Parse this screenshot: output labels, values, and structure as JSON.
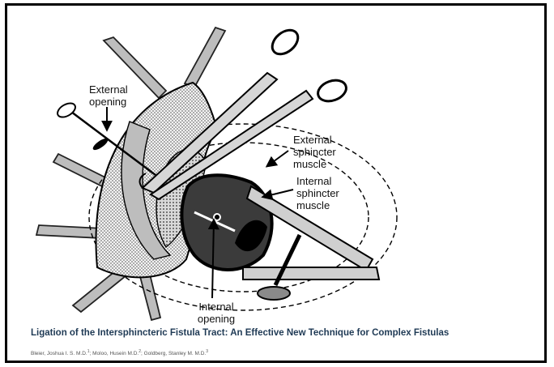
{
  "labels": {
    "external_opening": "External opening",
    "external_sphincter": "External sphincter muscle",
    "internal_sphincter": "Internal sphincter muscle",
    "internal_opening": "Internal opening"
  },
  "caption": {
    "title": "Ligation of the Intersphincteric Fistula Tract: An Effective New Technique for Complex Fistulas",
    "authors": [
      {
        "name": "Bleier, Joshua I. S. M.D.",
        "sup": "1",
        "sep": "; "
      },
      {
        "name": "Moloo, Husein M.D.",
        "sup": "2",
        "sep": "; "
      },
      {
        "name": "Goldberg, Stanley M. M.D.",
        "sup": "3",
        "sep": ""
      }
    ]
  }
}
